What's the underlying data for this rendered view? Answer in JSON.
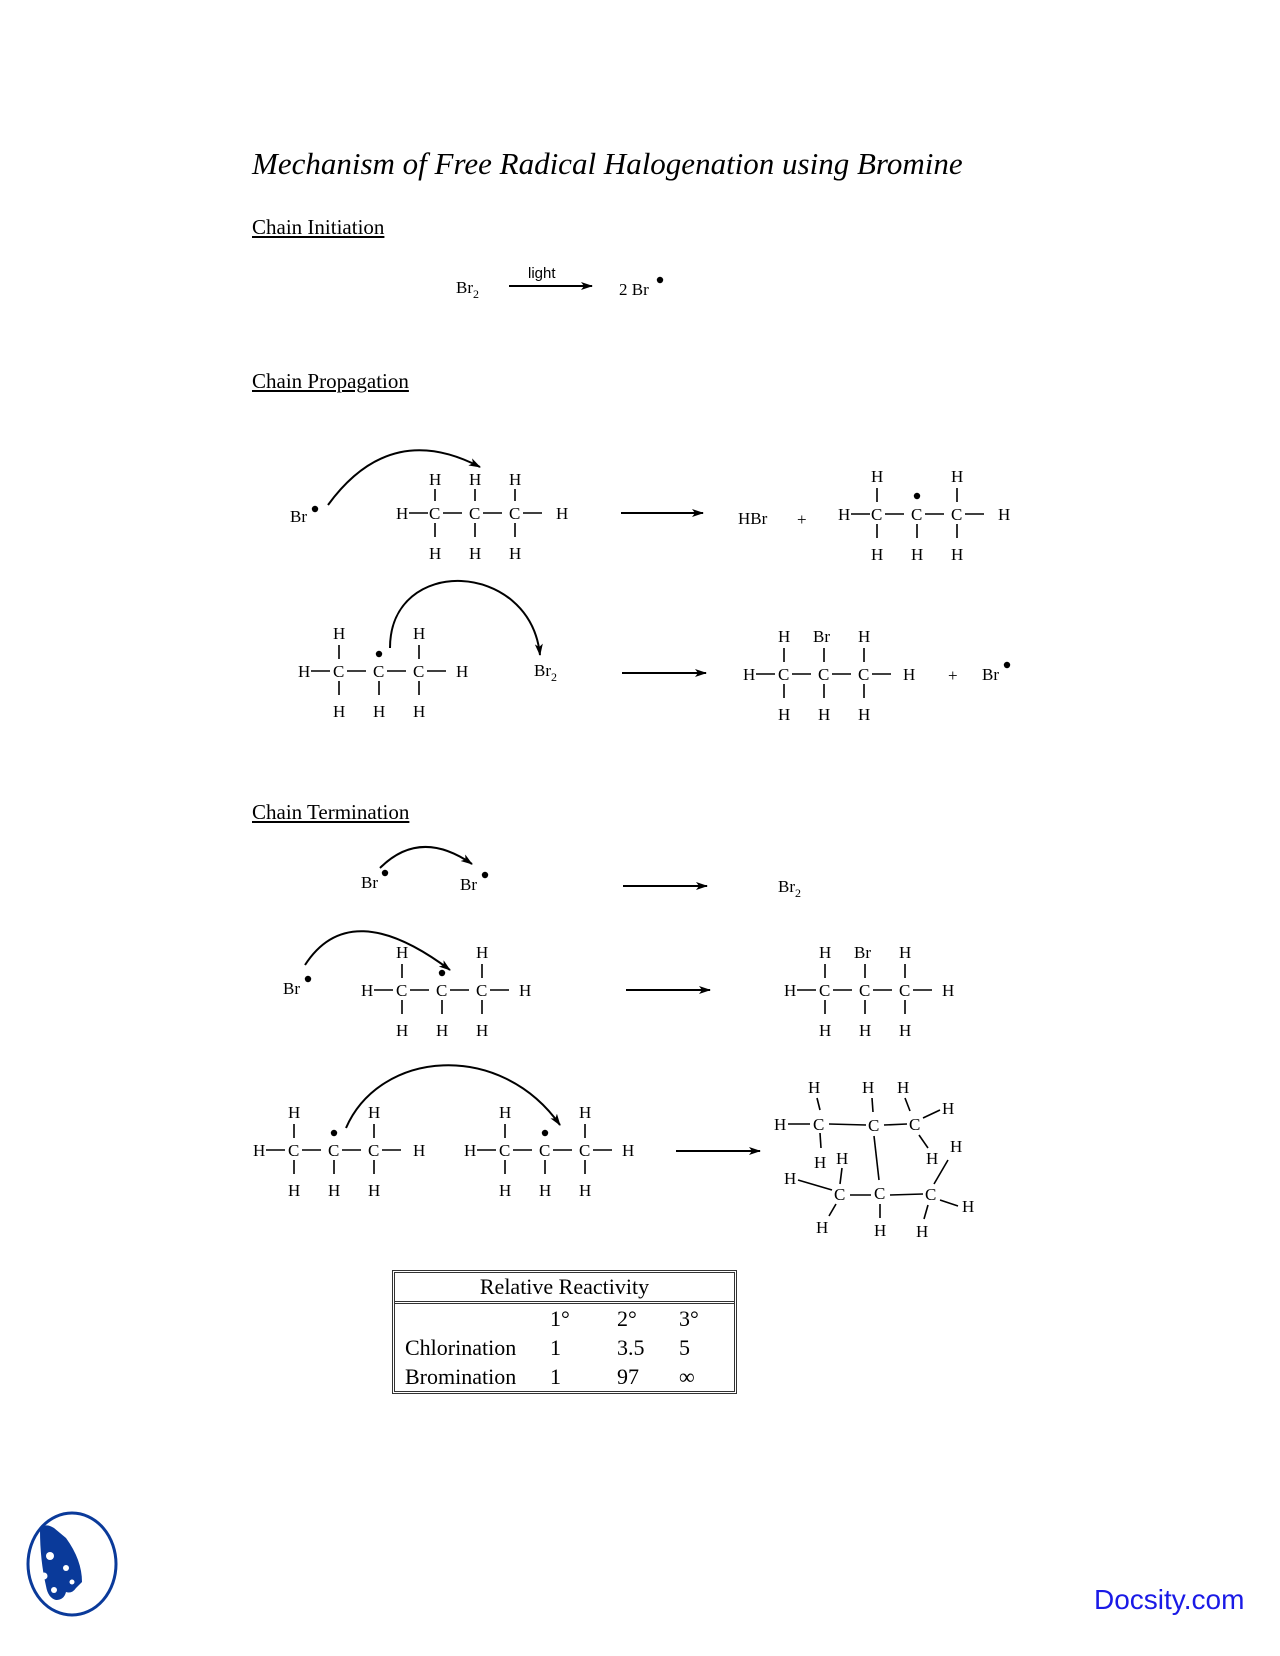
{
  "title": "Mechanism of Free Radical Halogenation using Bromine",
  "sections": {
    "initiation": "Chain Initiation",
    "propagation": "Chain Propagation",
    "termination": "Chain Termination"
  },
  "initiation": {
    "reactant": "Br",
    "reactant_sub": "2",
    "condition": "light",
    "product": "2 Br",
    "radical": "•"
  },
  "propagation": {
    "step1": {
      "radical": "Br",
      "substrate": "propane",
      "products": [
        "HBr",
        "+",
        "2-propyl radical"
      ]
    },
    "step2": {
      "radical": "2-propyl radical",
      "reagent": "Br",
      "reagent_sub": "2",
      "products": [
        "2-bromopropane",
        "+",
        "Br"
      ]
    }
  },
  "termination": {
    "step1": {
      "reactants": [
        "Br",
        "Br"
      ],
      "product": "Br",
      "product_sub": "2"
    },
    "step2": {
      "reactants": [
        "Br",
        "2-propyl radical"
      ],
      "product": "2-bromopropane"
    },
    "step3": {
      "reactants": [
        "2-propyl radical",
        "2-propyl radical"
      ],
      "product": "2,3-dimethylbutane"
    }
  },
  "atoms": {
    "H": "H",
    "C": "C",
    "Br": "Br",
    "plus": "+",
    "HBr": "HBr"
  },
  "table": {
    "title": "Relative Reactivity",
    "columns": [
      "",
      "1°",
      "2°",
      "3°"
    ],
    "rows": [
      [
        "Chlorination",
        "1",
        "3.5",
        "5"
      ],
      [
        "Bromination",
        "1",
        "97",
        "∞"
      ]
    ]
  },
  "footer": {
    "logo_icon": "docsity-logo-icon",
    "brand": "Docsity.com",
    "brand_color": "#1a1ae6",
    "logo_color": "#0a3a9a"
  }
}
